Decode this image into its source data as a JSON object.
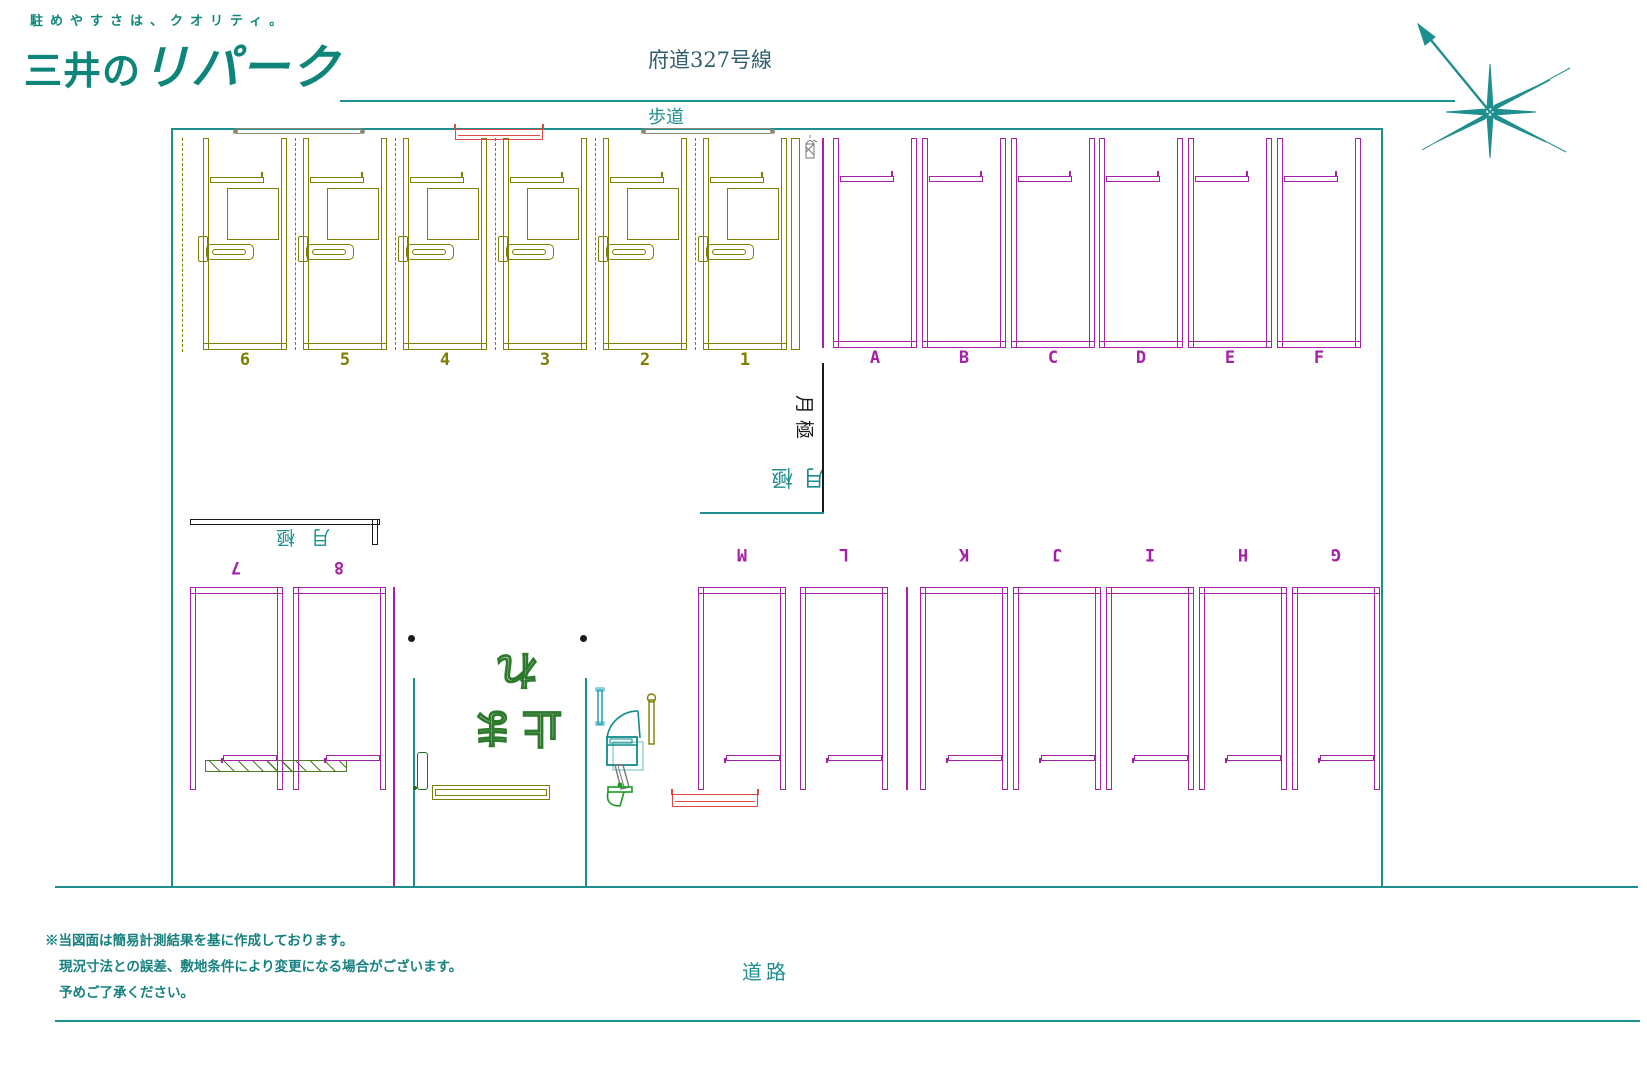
{
  "brand": {
    "tagline": "駐めやすさは、クオリティ。",
    "name_prefix": "三井の",
    "name_main": "リパーク"
  },
  "labels": {
    "road_top": "府道327号線",
    "sidewalk": "歩道",
    "road_bottom": "道路",
    "monthly": "月極",
    "stop_marking": "止まれ"
  },
  "stalls": {
    "coin_numbers": [
      "6",
      "5",
      "4",
      "3",
      "2",
      "1"
    ],
    "monthly_top": [
      "A",
      "B",
      "C",
      "D",
      "E",
      "F"
    ],
    "coin_lower": [
      "7",
      "8"
    ],
    "monthly_bottom": [
      "M",
      "L",
      "K",
      "J",
      "I",
      "H",
      "G"
    ]
  },
  "disclaimer": [
    "※当図面は簡易計測結果を基に作成しております。",
    "現況寸法との誤差、敷地条件により変更になる場合がございます。",
    "予めご了承ください。"
  ],
  "colors": {
    "teal": "#1f8e8e",
    "logo_teal": "#0d8579",
    "olive": "#7e7e00",
    "magenta": "#a521a5",
    "red": "#e04848",
    "green": "#2d7a2d",
    "dark_green": "#1d6b1d",
    "black": "#1a1a1a",
    "gray": "#8a8a72"
  }
}
